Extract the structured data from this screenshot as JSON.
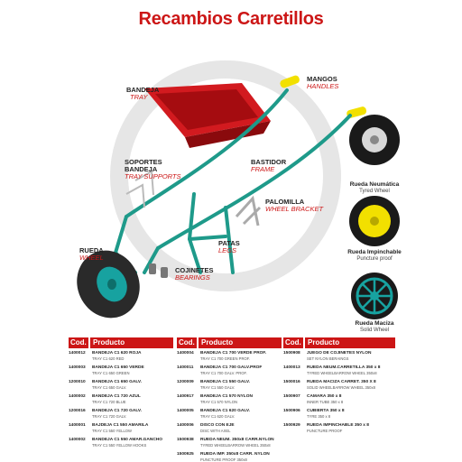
{
  "title": "Recambios Carretillos",
  "parts": {
    "mangos": {
      "es": "MANGOS",
      "en": "HANDLES"
    },
    "bandeja": {
      "es": "BANDEJA",
      "en": "TRAY"
    },
    "soportes": {
      "es1": "SOPORTES",
      "es2": "BANDEJA",
      "en": "TRAY SUPPORTS"
    },
    "bastidor": {
      "es": "BASTIDOR",
      "en": "FRAME"
    },
    "palomilla": {
      "es": "PALOMILLA",
      "en": "WHEEL BRACKET"
    },
    "patas": {
      "es": "PATAS",
      "en": "LEGS"
    },
    "rueda": {
      "es": "RUEDA",
      "en": "WHEEL"
    },
    "cojinetes": {
      "es": "COJINETES",
      "en": "BEARINGS"
    }
  },
  "wheels": [
    {
      "es": "Rueda Neumática",
      "en": "Tyred Wheel",
      "color": "#1a1a1a",
      "hub": "#17a2a0"
    },
    {
      "es": "Rueda Impinchable",
      "en": "Puncture proof",
      "color": "#1a1a1a",
      "hub": "#f2e000"
    },
    {
      "es": "Rueda Maciza",
      "en": "Solid Wheel",
      "color": "#1a1a1a",
      "hub": "#17a2a0"
    }
  ],
  "colors": {
    "accent": "#cc1616",
    "frame": "#1e9a8a",
    "tray": "#b80f14",
    "tyre": "#2a2a2a"
  },
  "table": {
    "head_cod": "Cod.",
    "head_prod": "Producto",
    "columns": [
      [
        {
          "code": "1400012",
          "d1": "BANDEJA C1 620 ROJA",
          "d2": "TRAY C1 620 RED"
        },
        {
          "code": "1400003",
          "d1": "BANDEJA C1 650 VERDE",
          "d2": "TRAY C1 650 GREEN"
        },
        {
          "code": "1200010",
          "d1": "BANDEJA C1 650 GALV.",
          "d2": "TRAY C1 650 GALV."
        },
        {
          "code": "1400002",
          "d1": "BANDEJA C1 720 AZUL",
          "d2": "TRAY C1 720 BLUE"
        },
        {
          "code": "1200016",
          "d1": "BANDEJA C1 720 GALV.",
          "d2": "TRAY C1 720 GALV."
        },
        {
          "code": "1400001",
          "d1": "BAJDEJA C1 550 AMARILA",
          "d2": "TRAY C1 550 YELLOW"
        },
        {
          "code": "1400002",
          "d1": "BANDEJA C1 550 AMAR.GANCHO",
          "d2": "TRAY C1 550 YELLOW HOOKS"
        }
      ],
      [
        {
          "code": "1400004",
          "d1": "BANDEJA C1 700 VERDE PROF.",
          "d2": "TRAY C1 700 GREEN PROF."
        },
        {
          "code": "1400011",
          "d1": "BANDEJA C1 700 GALV.PROF",
          "d2": "TRAY C1 700 GALV. PROF."
        },
        {
          "code": "1200009",
          "d1": "BANDEJA C1 550 GALV.",
          "d2": "TRAY C1 550 GALV."
        },
        {
          "code": "1400917",
          "d1": "BANDEJA C1 570 NYLON",
          "d2": "TRAY C1 570 NYLON"
        },
        {
          "code": "1400005",
          "d1": "BANDEJA C1 620 GALV.",
          "d2": "TRAY C1 620 GALV."
        },
        {
          "code": "1400006",
          "d1": "DISCO CON EJE",
          "d2": "DISC WITH AXEL"
        },
        {
          "code": "1500938",
          "d1": "RUEDA NEUM. 350x8 CARR.NYLON",
          "d2": "TYRED WHEELBARROW WHEEL 350x8"
        },
        {
          "code": "1500925",
          "d1": "RUEDA IMP. 350x8 CARR. NYLON",
          "d2": "PUNCTURE PROOF 350x8"
        }
      ],
      [
        {
          "code": "1500908",
          "d1": "JUEGO DE COJINETES NYLON",
          "d2": "SET NYLON BERAINGS"
        },
        {
          "code": "1400013",
          "d1": "RUEDA NEUM.CARRETILLA 350 x 8",
          "d2": "TYRED WHEELBARROW WHEEL 350x8"
        },
        {
          "code": "1500016",
          "d1": "RUEDA MACIZA CARRET. 350 X 8",
          "d2": "SOLID WHEELBARROW WHEEL 350x8"
        },
        {
          "code": "1500907",
          "d1": "CAMARA 350 x 8",
          "d2": "INNER TUBE 350 x 8"
        },
        {
          "code": "1500906",
          "d1": "CUBIERTA 350 x 8",
          "d2": "TYRE 350 x 8"
        },
        {
          "code": "1500929",
          "d1": "RUEDA IMPINCHABLE 350 x 8",
          "d2": "PUNCTURE PROOF"
        }
      ]
    ]
  }
}
